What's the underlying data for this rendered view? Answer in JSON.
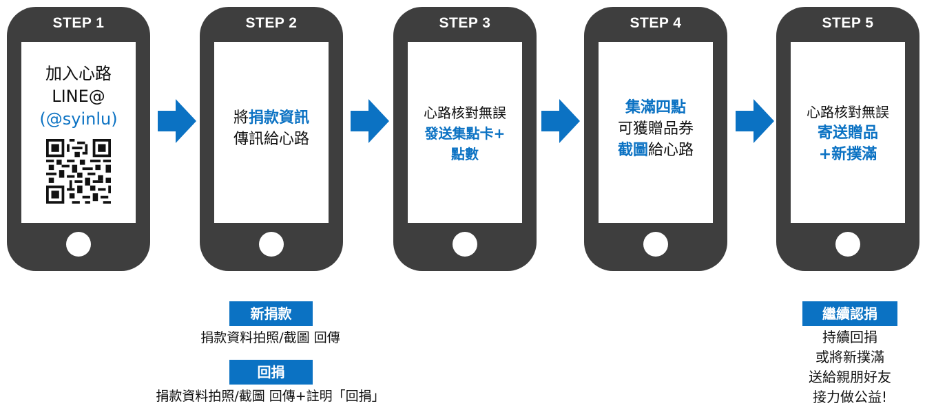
{
  "steps": [
    {
      "label": "STEP 1",
      "lines": [
        "加入心路",
        "LINE@",
        "(@syinlu)"
      ]
    },
    {
      "label": "STEP 2",
      "line1_pre": "將",
      "line1_blue": "捐款資訊",
      "line2": "傳訊給心路"
    },
    {
      "label": "STEP 3",
      "line1": "心路核對無誤",
      "line2": "發送集點卡+",
      "line3": "點數"
    },
    {
      "label": "STEP 4",
      "line1": "集滿四點",
      "line2": "可獲贈品券",
      "line3_blue": "截圖",
      "line3_rest": "給心路"
    },
    {
      "label": "STEP 5",
      "line1": "心路核對無誤",
      "line2": "寄送贈品",
      "line3": "+新撲滿"
    }
  ],
  "step2_notes": {
    "new_tag": "新捐款",
    "new_text": "捐款資料拍照/截圖 回傳",
    "return_tag": "回捐",
    "return_text": "捐款資料拍照/截圖 回傳+註明「回捐」"
  },
  "step5_notes": {
    "tag": "繼續認捐",
    "lines": [
      "持續回捐",
      "或將新撲滿",
      "送給親朋好友",
      "接力做公益!"
    ]
  },
  "icons": {
    "qr": "qr-code-icon",
    "arrow": "arrow-right-icon"
  },
  "colors": {
    "accent": "#0b72c3",
    "phone": "#3e3e3e"
  }
}
